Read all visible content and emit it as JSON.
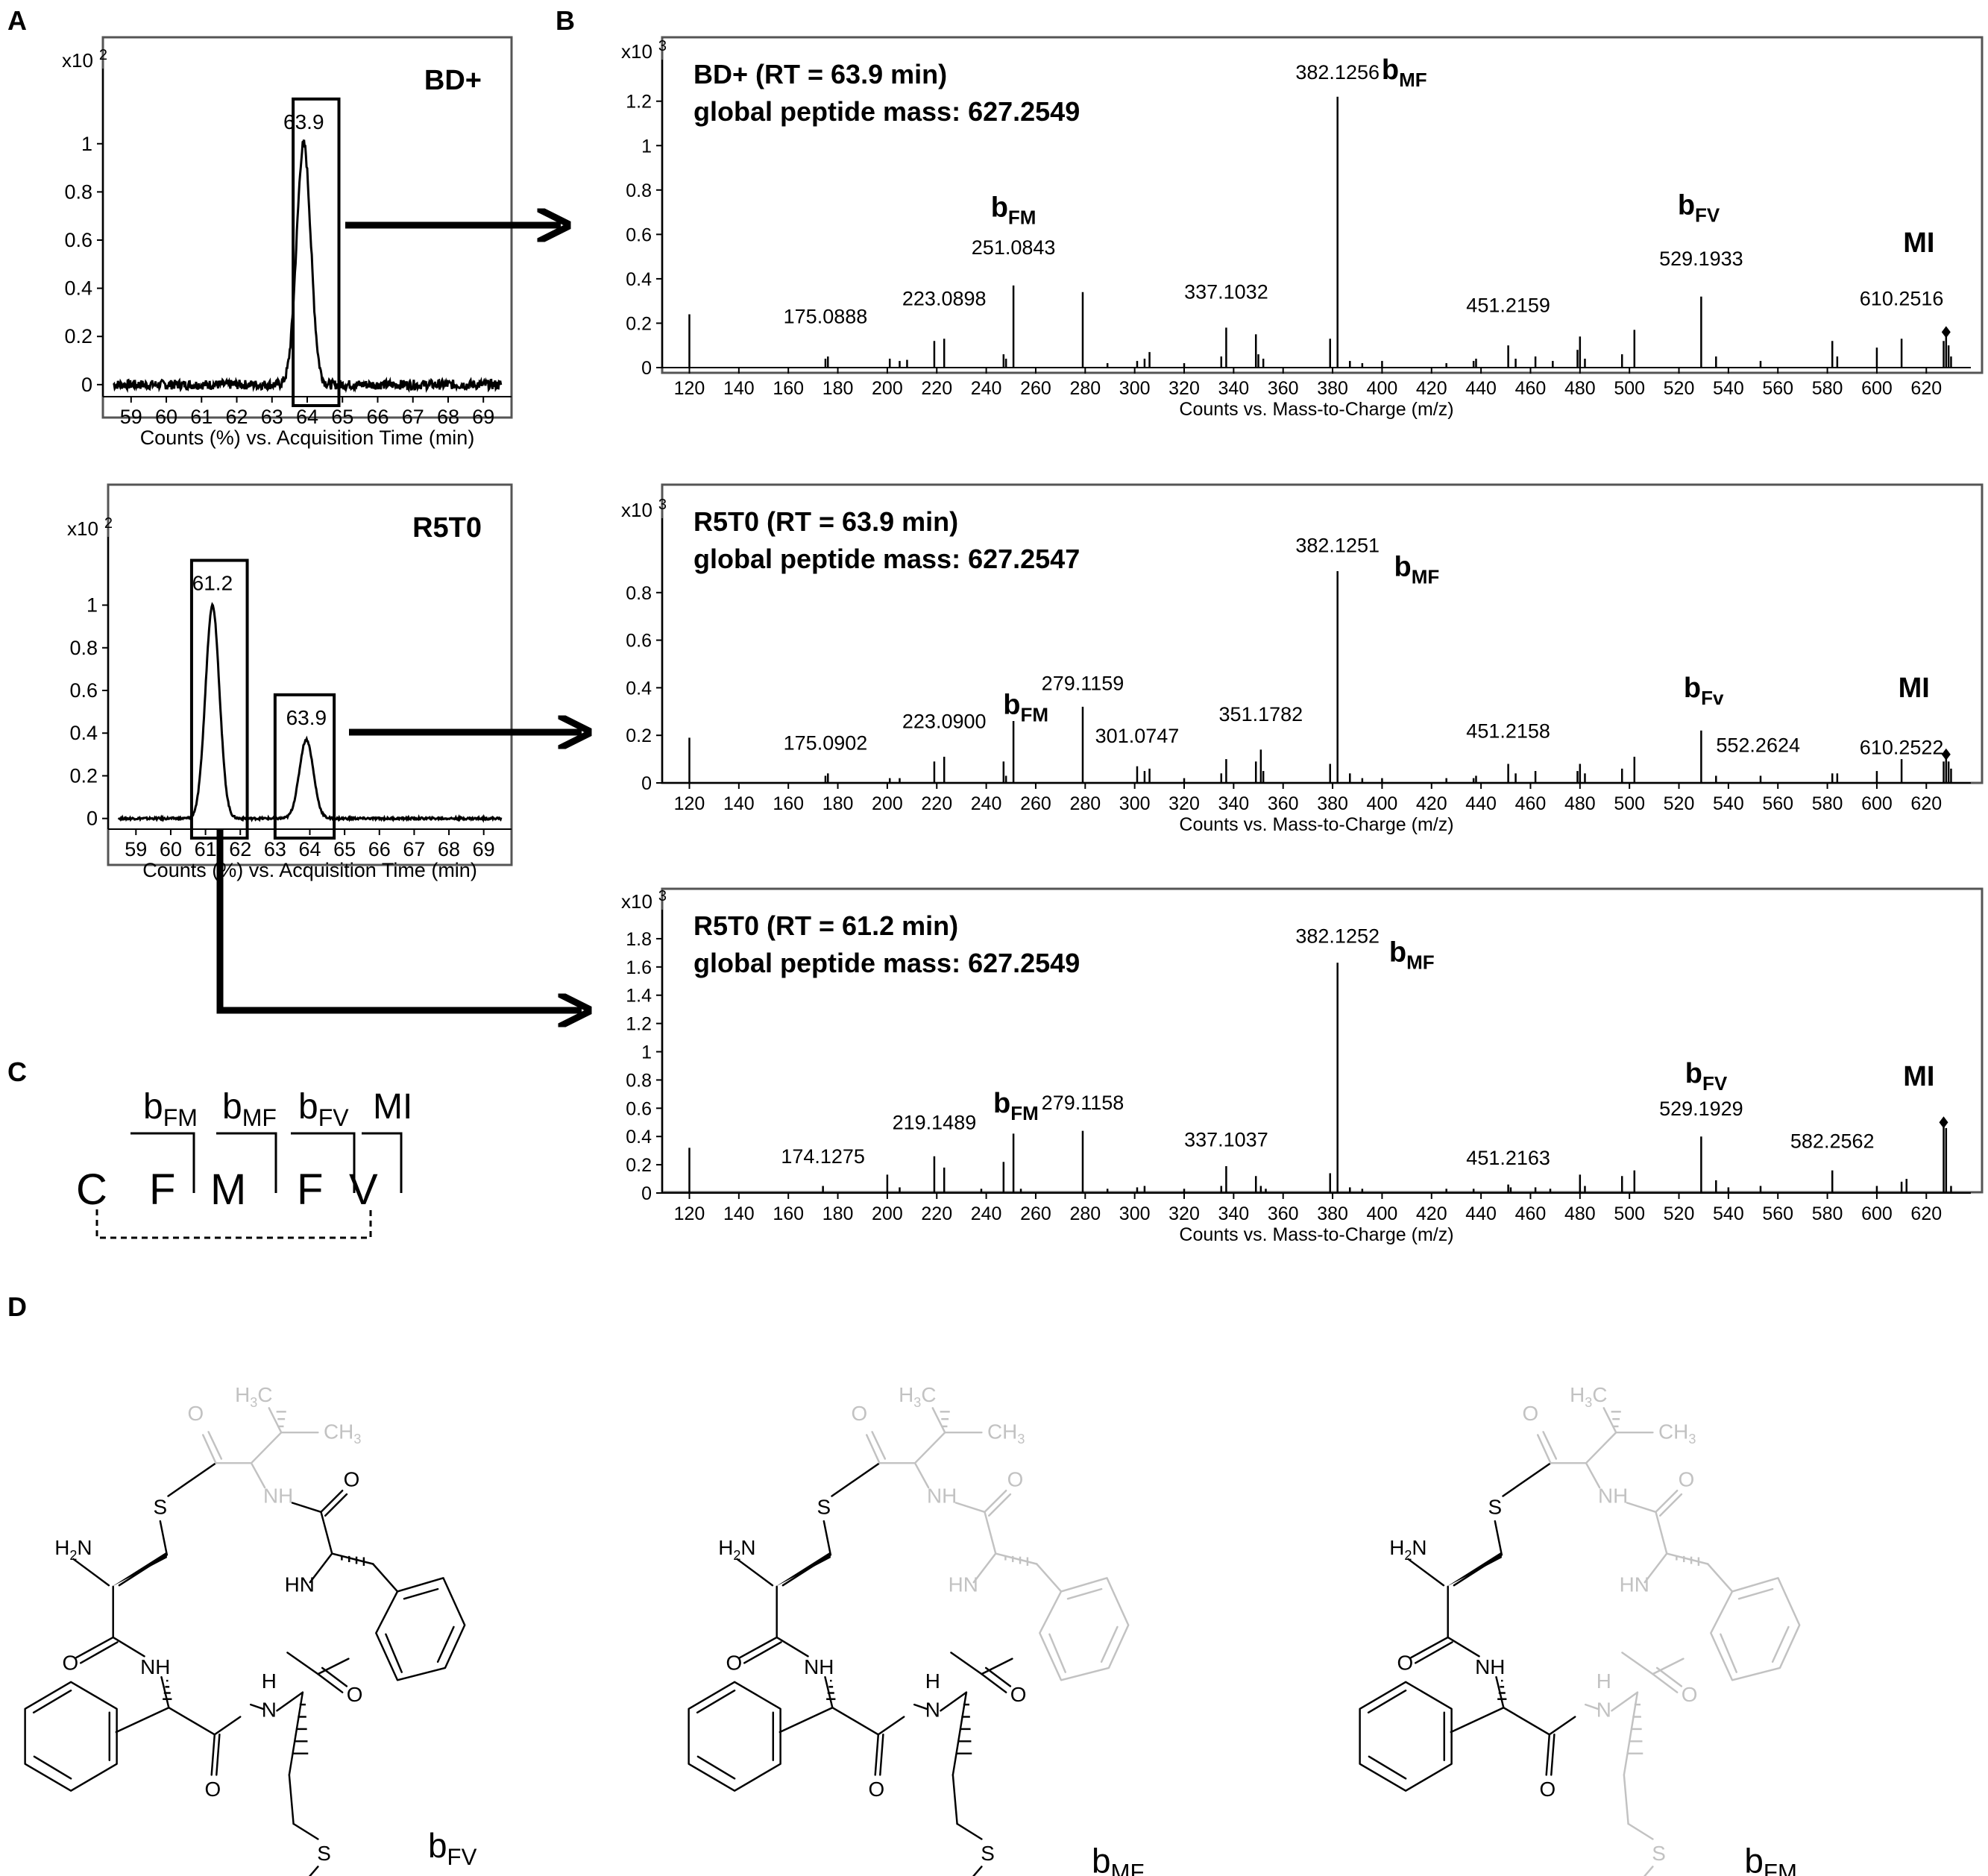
{
  "panel_labels": {
    "a": "A",
    "b": "B",
    "c": "C",
    "d": "D"
  },
  "chart_data": [
    {
      "id": "A1",
      "type": "line",
      "sample_label": "BD+",
      "xlabel": "Counts (%) vs. Acquisition Time (min)",
      "ylabel": "",
      "y_multiplier": "x10",
      "y_multiplier_exp": "2",
      "xlim": [
        58.2,
        69.8
      ],
      "ylim": [
        -0.05,
        1.25
      ],
      "x_ticks": [
        59,
        60,
        61,
        62,
        63,
        64,
        65,
        66,
        67,
        68,
        69
      ],
      "y_ticks": [
        0,
        0.2,
        0.4,
        0.6,
        0.8,
        1
      ],
      "y_tick_labels": [
        "0",
        "0.2",
        "0.4",
        "0.6",
        "0.8",
        "1"
      ],
      "peaks": [
        {
          "rt": 63.9,
          "height": 1.0,
          "sigma": 0.2,
          "label": "63.9",
          "box": [
            63.6,
            64.9
          ]
        }
      ],
      "noise": 0.02,
      "grid": false,
      "legend": "none"
    },
    {
      "id": "A2",
      "type": "line",
      "sample_label": "R5T0",
      "xlabel": "Counts (%) vs. Acquisition Time (min)",
      "ylabel": "",
      "y_multiplier": "x10",
      "y_multiplier_exp": "2",
      "xlim": [
        58.2,
        69.8
      ],
      "ylim": [
        -0.05,
        1.25
      ],
      "x_ticks": [
        59,
        60,
        61,
        62,
        63,
        64,
        65,
        66,
        67,
        68,
        69
      ],
      "y_ticks": [
        0,
        0.2,
        0.4,
        0.6,
        0.8,
        1
      ],
      "y_tick_labels": [
        "0",
        "0.2",
        "0.4",
        "0.6",
        "0.8",
        "1"
      ],
      "peaks": [
        {
          "rt": 61.2,
          "height": 1.0,
          "sigma": 0.2,
          "label": "61.2",
          "box": [
            60.6,
            62.2
          ]
        },
        {
          "rt": 63.9,
          "height": 0.37,
          "sigma": 0.2,
          "label": "63.9",
          "box": [
            63.0,
            64.7
          ]
        }
      ],
      "noise": 0.005,
      "grid": false,
      "legend": "none"
    },
    {
      "id": "B1",
      "type": "bar",
      "title_line1": "BD+ (RT = 63.9 min)",
      "title_line2": "global peptide mass: 627.2549",
      "xlabel": "Counts vs. Mass-to-Charge (m/z)",
      "ylabel": "",
      "y_multiplier": "x10",
      "y_multiplier_exp": "3",
      "xlim": [
        109,
        638
      ],
      "ylim": [
        0,
        1.32
      ],
      "x_ticks": [
        120,
        140,
        160,
        180,
        200,
        220,
        240,
        260,
        280,
        300,
        320,
        340,
        360,
        380,
        400,
        420,
        440,
        460,
        480,
        500,
        520,
        540,
        560,
        580,
        600,
        620
      ],
      "y_ticks": [
        0,
        0.2,
        0.4,
        0.6,
        0.8,
        1,
        1.2
      ],
      "y_tick_labels": [
        "0",
        "0.2",
        "0.4",
        "0.6",
        "0.8",
        "1",
        "1.2"
      ],
      "peaks": [
        [
          120,
          0.24
        ],
        [
          175,
          0.04
        ],
        [
          176,
          0.05
        ],
        [
          201,
          0.04
        ],
        [
          205,
          0.03
        ],
        [
          208,
          0.035
        ],
        [
          219,
          0.12
        ],
        [
          223,
          0.13
        ],
        [
          247,
          0.06
        ],
        [
          248,
          0.04
        ],
        [
          251,
          0.37
        ],
        [
          279,
          0.34
        ],
        [
          289,
          0.02
        ],
        [
          301,
          0.03
        ],
        [
          304,
          0.04
        ],
        [
          306,
          0.07
        ],
        [
          320,
          0.02
        ],
        [
          335,
          0.05
        ],
        [
          337,
          0.18
        ],
        [
          349,
          0.15
        ],
        [
          350,
          0.06
        ],
        [
          352,
          0.04
        ],
        [
          379,
          0.13
        ],
        [
          382,
          1.22
        ],
        [
          387,
          0.03
        ],
        [
          392,
          0.02
        ],
        [
          400,
          0.03
        ],
        [
          426,
          0.02
        ],
        [
          437,
          0.03
        ],
        [
          438,
          0.04
        ],
        [
          451,
          0.1
        ],
        [
          454,
          0.04
        ],
        [
          462,
          0.05
        ],
        [
          469,
          0.03
        ],
        [
          479,
          0.08
        ],
        [
          480,
          0.14
        ],
        [
          482,
          0.04
        ],
        [
          497,
          0.06
        ],
        [
          502,
          0.17
        ],
        [
          529,
          0.32
        ],
        [
          535,
          0.05
        ],
        [
          553,
          0.03
        ],
        [
          582,
          0.12
        ],
        [
          584,
          0.05
        ],
        [
          600,
          0.09
        ],
        [
          610,
          0.13
        ],
        [
          627,
          0.12
        ],
        [
          628,
          0.14
        ],
        [
          629,
          0.1
        ],
        [
          630,
          0.05
        ]
      ],
      "peak_labels": [
        {
          "mz": 175,
          "y": 0.2,
          "text": "175.0888"
        },
        {
          "mz": 223,
          "y": 0.28,
          "text": "223.0898"
        },
        {
          "mz": 251,
          "y": 0.51,
          "text": "251.0843"
        },
        {
          "mz": 337,
          "y": 0.31,
          "text": "337.1032"
        },
        {
          "mz": 382,
          "y": 1.3,
          "text": "382.1256"
        },
        {
          "mz": 451,
          "y": 0.25,
          "text": "451.2159"
        },
        {
          "mz": 529,
          "y": 0.46,
          "text": "529.1933"
        },
        {
          "mz": 610,
          "y": 0.28,
          "text": "610.2516"
        }
      ],
      "ion_labels": [
        {
          "mz": 251,
          "y": 0.68,
          "main": "b",
          "sub": "FM"
        },
        {
          "mz": 409,
          "y": 1.3,
          "main": "b",
          "sub": "MF"
        },
        {
          "mz": 528,
          "y": 0.69,
          "main": "b",
          "sub": "FV"
        },
        {
          "mz": 617,
          "y": 0.52,
          "main": "MI",
          "sub": ""
        }
      ],
      "marker": {
        "mz": 628,
        "y": 0.16
      },
      "grid": false,
      "legend": "none"
    },
    {
      "id": "B2",
      "type": "bar",
      "title_line1": "R5T0 (RT = 63.9 min)",
      "title_line2": "global peptide mass: 627.2547",
      "xlabel": "Counts vs. Mass-to-Charge (m/z)",
      "ylabel": "",
      "y_multiplier": "x10",
      "y_multiplier_exp": "3",
      "xlim": [
        109,
        638
      ],
      "ylim": [
        0,
        1.05
      ],
      "x_ticks": [
        120,
        140,
        160,
        180,
        200,
        220,
        240,
        260,
        280,
        300,
        320,
        340,
        360,
        380,
        400,
        420,
        440,
        460,
        480,
        500,
        520,
        540,
        560,
        580,
        600,
        620
      ],
      "y_ticks": [
        0,
        0.2,
        0.4,
        0.6,
        0.8
      ],
      "y_tick_labels": [
        "0",
        "0.2",
        "0.4",
        "0.6",
        "0.8"
      ],
      "peaks": [
        [
          120,
          0.19
        ],
        [
          175,
          0.03
        ],
        [
          176,
          0.04
        ],
        [
          201,
          0.02
        ],
        [
          205,
          0.02
        ],
        [
          219,
          0.09
        ],
        [
          223,
          0.11
        ],
        [
          247,
          0.09
        ],
        [
          248,
          0.03
        ],
        [
          251,
          0.26
        ],
        [
          279,
          0.32
        ],
        [
          301,
          0.07
        ],
        [
          304,
          0.05
        ],
        [
          306,
          0.06
        ],
        [
          320,
          0.02
        ],
        [
          335,
          0.04
        ],
        [
          337,
          0.1
        ],
        [
          349,
          0.09
        ],
        [
          351,
          0.14
        ],
        [
          352,
          0.05
        ],
        [
          379,
          0.08
        ],
        [
          382,
          0.89
        ],
        [
          387,
          0.04
        ],
        [
          392,
          0.02
        ],
        [
          400,
          0.02
        ],
        [
          426,
          0.02
        ],
        [
          437,
          0.02
        ],
        [
          438,
          0.03
        ],
        [
          451,
          0.08
        ],
        [
          454,
          0.04
        ],
        [
          462,
          0.05
        ],
        [
          479,
          0.05
        ],
        [
          480,
          0.08
        ],
        [
          482,
          0.04
        ],
        [
          497,
          0.06
        ],
        [
          502,
          0.11
        ],
        [
          529,
          0.22
        ],
        [
          535,
          0.03
        ],
        [
          553,
          0.03
        ],
        [
          582,
          0.04
        ],
        [
          584,
          0.04
        ],
        [
          600,
          0.05
        ],
        [
          610,
          0.1
        ],
        [
          627,
          0.09
        ],
        [
          628,
          0.1
        ],
        [
          629,
          0.09
        ],
        [
          630,
          0.06
        ]
      ],
      "peak_labels": [
        {
          "mz": 175,
          "y": 0.14,
          "text": "175.0902"
        },
        {
          "mz": 223,
          "y": 0.23,
          "text": "223.0900"
        },
        {
          "mz": 279,
          "y": 0.39,
          "text": "279.1159"
        },
        {
          "mz": 301,
          "y": 0.17,
          "text": "301.0747"
        },
        {
          "mz": 351,
          "y": 0.26,
          "text": "351.1782"
        },
        {
          "mz": 382,
          "y": 0.97,
          "text": "382.1251"
        },
        {
          "mz": 451,
          "y": 0.19,
          "text": "451.2158"
        },
        {
          "mz": 552,
          "y": 0.13,
          "text": "552.2624"
        },
        {
          "mz": 610,
          "y": 0.12,
          "text": "610.2522"
        }
      ],
      "ion_labels": [
        {
          "mz": 256,
          "y": 0.29,
          "main": "b",
          "sub": "FM"
        },
        {
          "mz": 414,
          "y": 0.87,
          "main": "b",
          "sub": "MF"
        },
        {
          "mz": 530,
          "y": 0.36,
          "main": "b",
          "sub": "Fv"
        },
        {
          "mz": 615,
          "y": 0.36,
          "main": "MI",
          "sub": ""
        }
      ],
      "marker": {
        "mz": 628,
        "y": 0.12
      },
      "grid": false,
      "legend": "none"
    },
    {
      "id": "B3",
      "type": "bar",
      "title_line1": "R5T0 (RT = 61.2 min)",
      "title_line2": "global peptide mass: 627.2549",
      "xlabel": "Counts vs. Mass-to-Charge (m/z)",
      "ylabel": "",
      "y_multiplier": "x10",
      "y_multiplier_exp": "3",
      "xlim": [
        109,
        638
      ],
      "ylim": [
        0,
        1.9
      ],
      "x_ticks": [
        120,
        140,
        160,
        180,
        200,
        220,
        240,
        260,
        280,
        300,
        320,
        340,
        360,
        380,
        400,
        420,
        440,
        460,
        480,
        500,
        520,
        540,
        560,
        580,
        600,
        620
      ],
      "y_ticks": [
        0,
        0.2,
        0.4,
        0.6,
        0.8,
        1,
        1.2,
        1.4,
        1.6,
        1.8
      ],
      "y_tick_labels": [
        "0",
        "0.2",
        "0.4",
        "0.6",
        "0.8",
        "1",
        "1.2",
        "1.4",
        "1.6",
        "1.8"
      ],
      "peaks": [
        [
          120,
          0.32
        ],
        [
          174,
          0.05
        ],
        [
          200,
          0.13
        ],
        [
          205,
          0.04
        ],
        [
          219,
          0.26
        ],
        [
          223,
          0.18
        ],
        [
          238,
          0.03
        ],
        [
          247,
          0.22
        ],
        [
          251,
          0.42
        ],
        [
          254,
          0.03
        ],
        [
          279,
          0.44
        ],
        [
          289,
          0.03
        ],
        [
          301,
          0.04
        ],
        [
          304,
          0.05
        ],
        [
          320,
          0.03
        ],
        [
          335,
          0.05
        ],
        [
          337,
          0.19
        ],
        [
          349,
          0.12
        ],
        [
          351,
          0.05
        ],
        [
          353,
          0.03
        ],
        [
          379,
          0.14
        ],
        [
          382,
          1.63
        ],
        [
          387,
          0.04
        ],
        [
          392,
          0.03
        ],
        [
          426,
          0.03
        ],
        [
          437,
          0.03
        ],
        [
          451,
          0.06
        ],
        [
          452,
          0.04
        ],
        [
          462,
          0.04
        ],
        [
          468,
          0.03
        ],
        [
          480,
          0.13
        ],
        [
          482,
          0.05
        ],
        [
          497,
          0.12
        ],
        [
          502,
          0.16
        ],
        [
          529,
          0.4
        ],
        [
          535,
          0.09
        ],
        [
          540,
          0.04
        ],
        [
          553,
          0.05
        ],
        [
          582,
          0.16
        ],
        [
          600,
          0.05
        ],
        [
          610,
          0.08
        ],
        [
          612,
          0.1
        ],
        [
          627,
          0.47
        ],
        [
          628,
          0.46
        ],
        [
          630,
          0.05
        ]
      ],
      "peak_labels": [
        {
          "mz": 174,
          "y": 0.21,
          "text": "174.1275"
        },
        {
          "mz": 219,
          "y": 0.45,
          "text": "219.1489"
        },
        {
          "mz": 279,
          "y": 0.59,
          "text": "279.1158"
        },
        {
          "mz": 337,
          "y": 0.33,
          "text": "337.1037"
        },
        {
          "mz": 382,
          "y": 1.77,
          "text": "382.1252"
        },
        {
          "mz": 451,
          "y": 0.2,
          "text": "451.2163"
        },
        {
          "mz": 529,
          "y": 0.55,
          "text": "529.1929"
        },
        {
          "mz": 582,
          "y": 0.32,
          "text": "582.2562"
        }
      ],
      "ion_labels": [
        {
          "mz": 252,
          "y": 0.57,
          "main": "b",
          "sub": "FM"
        },
        {
          "mz": 412,
          "y": 1.64,
          "main": "b",
          "sub": "MF"
        },
        {
          "mz": 531,
          "y": 0.78,
          "main": "b",
          "sub": "FV"
        },
        {
          "mz": 617,
          "y": 0.76,
          "main": "MI",
          "sub": ""
        }
      ],
      "marker": {
        "mz": 627,
        "y": 0.5
      },
      "grid": false,
      "legend": "none"
    }
  ],
  "sequence": {
    "residues": [
      "C",
      "F",
      "M",
      "F",
      "V"
    ],
    "fragments": [
      {
        "main": "b",
        "sub": "FM"
      },
      {
        "main": "b",
        "sub": "MF"
      },
      {
        "main": "b",
        "sub": "FV"
      },
      {
        "main": "MI",
        "sub": ""
      }
    ]
  },
  "structures": [
    {
      "main": "b",
      "sub": "FV",
      "gray_parts": [
        "valine"
      ]
    },
    {
      "main": "b",
      "sub": "MF",
      "gray_parts": [
        "valine",
        "phenylalanine2"
      ]
    },
    {
      "main": "b",
      "sub": "FM",
      "gray_parts": [
        "valine",
        "phenylalanine2",
        "methionine"
      ]
    }
  ],
  "atom_labels": {
    "S": "S",
    "NH": "NH",
    "HN": "HN",
    "H": "H",
    "N": "N",
    "O": "O",
    "H2N_H": "H",
    "H2N_2": "2",
    "H2N_N": "N",
    "CH3_C": "CH",
    "CH3_3": "3",
    "H3C_H": "H",
    "H3C_3": "3",
    "H3C_C": "C"
  },
  "colors": {
    "ink": "#000000",
    "gray": "#c2c2c2"
  }
}
